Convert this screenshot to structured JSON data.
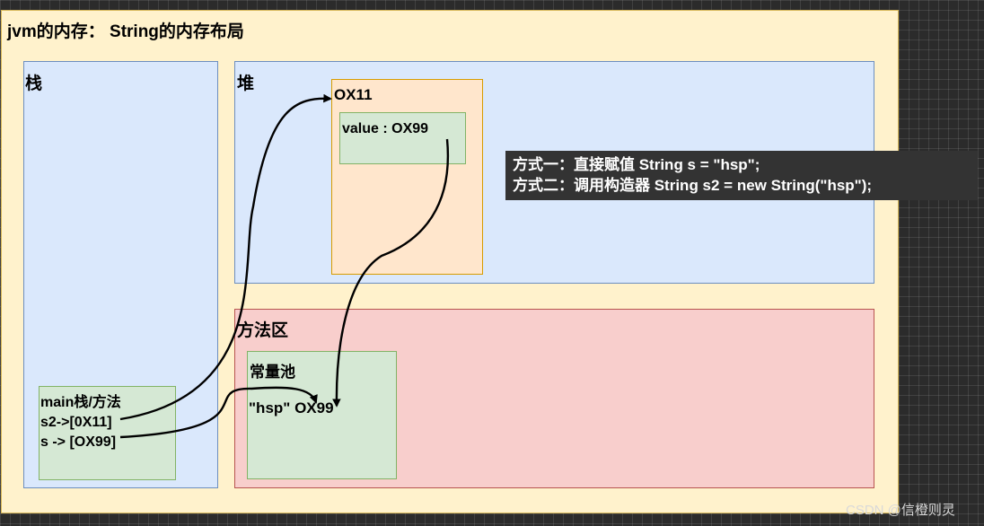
{
  "title": "jvm的内存： String的内存布局",
  "stack": {
    "label": "栈",
    "frame": {
      "label": "main栈/方法",
      "s2": "s2->[0X11]",
      "s": "s -> [OX99]"
    }
  },
  "heap": {
    "label": "堆",
    "object": {
      "address": "OX11",
      "field": "value : OX99"
    }
  },
  "method_area": {
    "label": "方法区",
    "constant_pool": {
      "label": "常量池",
      "entry": "\"hsp\" OX99"
    }
  },
  "note": {
    "line1": "方式一：直接赋值 String s = \"hsp\";",
    "line2": "方式二：调用构造器 String s2 = new String(\"hsp\");"
  },
  "watermark": "CSDN @信橙则灵",
  "colors": {
    "outer_fill": "#fff2cc",
    "region_blue": "#dae8fc",
    "object_orange": "#ffe6cc",
    "method_red": "#f8cecc",
    "box_green": "#d5e8d4",
    "note_bg": "#333333"
  }
}
